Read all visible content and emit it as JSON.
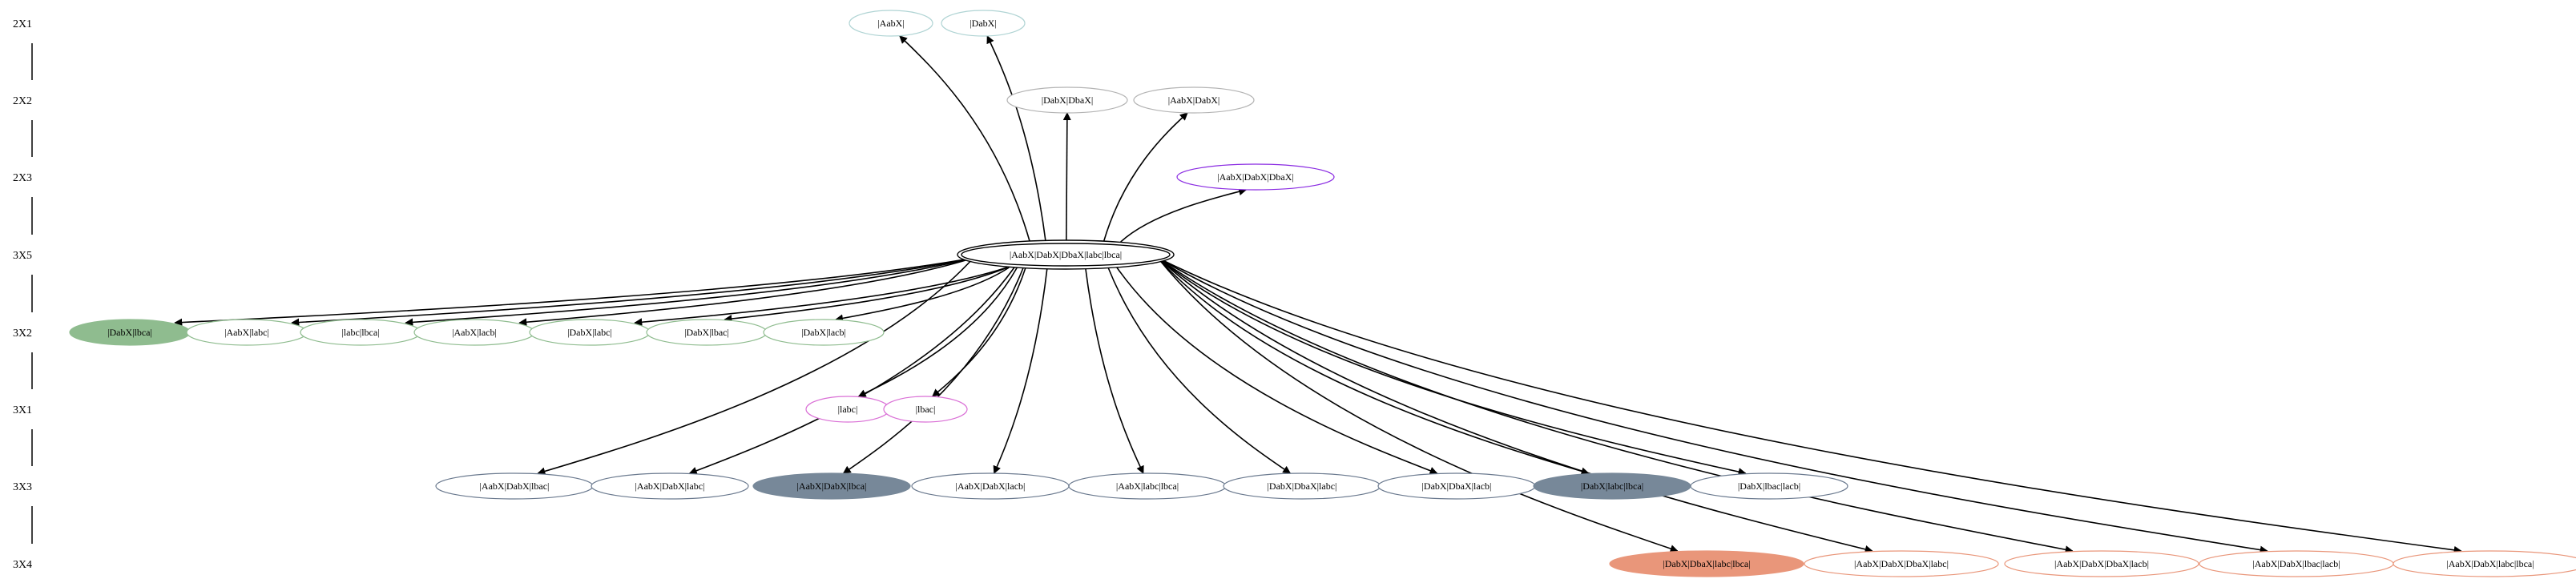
{
  "ranks": [
    {
      "id": "r1",
      "label": "2X1"
    },
    {
      "id": "r2",
      "label": "2X2"
    },
    {
      "id": "r3",
      "label": "2X3"
    },
    {
      "id": "r4",
      "label": "3X5"
    },
    {
      "id": "r5",
      "label": "3X2"
    },
    {
      "id": "r6",
      "label": "3X1"
    },
    {
      "id": "r7",
      "label": "3X3"
    },
    {
      "id": "r8",
      "label": "3X4"
    }
  ],
  "root": {
    "id": "root",
    "label": "|AabX|DabX|DbaX|labc|lbca|",
    "rank": "r4",
    "stroke": "#000000",
    "double": true
  },
  "nodes": [
    {
      "id": "n1",
      "label": "|AabX|",
      "rank": "r1",
      "stroke": "#b0d4d4",
      "fill": "none"
    },
    {
      "id": "n2",
      "label": "|DabX|",
      "rank": "r1",
      "stroke": "#b0d4d4",
      "fill": "none"
    },
    {
      "id": "n3",
      "label": "|DabX|DbaX|",
      "rank": "r2",
      "stroke": "#b4b4b4",
      "fill": "none"
    },
    {
      "id": "n4",
      "label": "|AabX|DabX|",
      "rank": "r2",
      "stroke": "#b4b4b4",
      "fill": "none"
    },
    {
      "id": "n5",
      "label": "|AabX|DabX|DbaX|",
      "rank": "r3",
      "stroke": "#8a2be2",
      "fill": "none"
    },
    {
      "id": "n6",
      "label": "|DabX|lbca|",
      "rank": "r5",
      "stroke": "#8fbc8f",
      "fill": "#8fbc8f"
    },
    {
      "id": "n7",
      "label": "|AabX|labc|",
      "rank": "r5",
      "stroke": "#8fbc8f",
      "fill": "none"
    },
    {
      "id": "n8",
      "label": "|labc|lbca|",
      "rank": "r5",
      "stroke": "#8fbc8f",
      "fill": "none"
    },
    {
      "id": "n9",
      "label": "|AabX|lacb|",
      "rank": "r5",
      "stroke": "#8fbc8f",
      "fill": "none"
    },
    {
      "id": "n10",
      "label": "|DabX|labc|",
      "rank": "r5",
      "stroke": "#8fbc8f",
      "fill": "none"
    },
    {
      "id": "n11",
      "label": "|DabX|lbac|",
      "rank": "r5",
      "stroke": "#8fbc8f",
      "fill": "none"
    },
    {
      "id": "n12",
      "label": "|DabX|lacb|",
      "rank": "r5",
      "stroke": "#8fbc8f",
      "fill": "none"
    },
    {
      "id": "n13",
      "label": "|labc|",
      "rank": "r6",
      "stroke": "#da70d6",
      "fill": "none"
    },
    {
      "id": "n14",
      "label": "|lbac|",
      "rank": "r6",
      "stroke": "#da70d6",
      "fill": "none"
    },
    {
      "id": "n15",
      "label": "|AabX|DabX|lbac|",
      "rank": "r7",
      "stroke": "#6b7a8f",
      "fill": "none"
    },
    {
      "id": "n16",
      "label": "|AabX|DabX|labc|",
      "rank": "r7",
      "stroke": "#6b7a8f",
      "fill": "none"
    },
    {
      "id": "n17",
      "label": "|AabX|DabX|lbca|",
      "rank": "r7",
      "stroke": "#778899",
      "fill": "#778899"
    },
    {
      "id": "n18",
      "label": "|AabX|DabX|lacb|",
      "rank": "r7",
      "stroke": "#6b7a8f",
      "fill": "none"
    },
    {
      "id": "n19",
      "label": "|AabX|labc|lbca|",
      "rank": "r7",
      "stroke": "#6b7a8f",
      "fill": "none"
    },
    {
      "id": "n20",
      "label": "|DabX|DbaX|labc|",
      "rank": "r7",
      "stroke": "#6b7a8f",
      "fill": "none"
    },
    {
      "id": "n21",
      "label": "|DabX|DbaX|lacb|",
      "rank": "r7",
      "stroke": "#6b7a8f",
      "fill": "none"
    },
    {
      "id": "n22",
      "label": "|DabX|labc|lbca|",
      "rank": "r7",
      "stroke": "#778899",
      "fill": "#778899"
    },
    {
      "id": "n23",
      "label": "|DabX|lbac|lacb|",
      "rank": "r7",
      "stroke": "#6b7a8f",
      "fill": "none"
    },
    {
      "id": "n24",
      "label": "|DabX|DbaX|labc|lbca|",
      "rank": "r8",
      "stroke": "#e9967a",
      "fill": "#e9967a"
    },
    {
      "id": "n25",
      "label": "|AabX|DabX|DbaX|labc|",
      "rank": "r8",
      "stroke": "#e9967a",
      "fill": "none"
    },
    {
      "id": "n26",
      "label": "|AabX|DabX|DbaX|lacb|",
      "rank": "r8",
      "stroke": "#e9967a",
      "fill": "none"
    },
    {
      "id": "n27",
      "label": "|AabX|DabX|lbac|lacb|",
      "rank": "r8",
      "stroke": "#e9967a",
      "fill": "none"
    },
    {
      "id": "n28",
      "label": "|AabX|DabX|labc|lbca|",
      "rank": "r8",
      "stroke": "#e9967a",
      "fill": "none"
    }
  ]
}
